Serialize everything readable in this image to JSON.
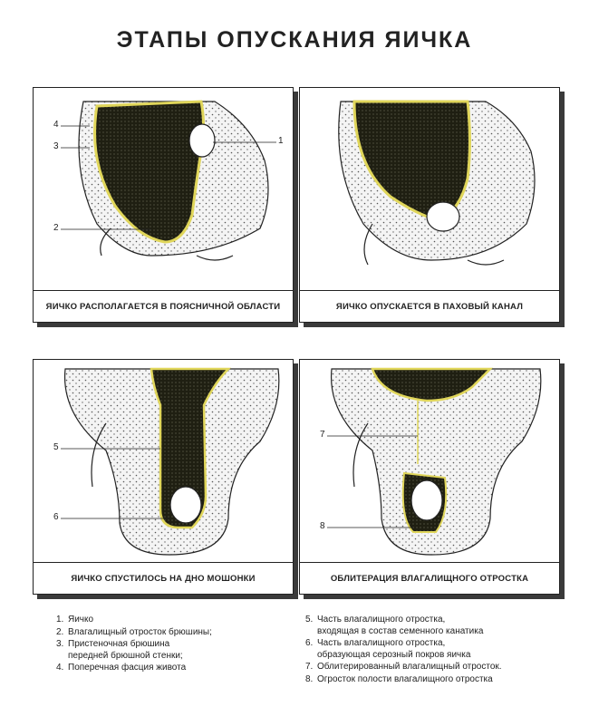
{
  "title": "ЭТАПЫ ОПУСКАНИЯ ЯИЧКА",
  "panels": [
    {
      "caption": "ЯИЧКО РАСПОЛАГАЕТСЯ В ПОЯСНИЧНОЙ ОБЛАСТИ",
      "callouts": [
        "4",
        "3",
        "2",
        "1"
      ]
    },
    {
      "caption": "ЯИЧКО ОПУСКАЕТСЯ В ПАХОВЫЙ КАНАЛ",
      "callouts": []
    },
    {
      "caption": "ЯИЧКО СПУСТИЛОСЬ НА ДНО МОШОНКИ",
      "callouts": [
        "5",
        "6"
      ]
    },
    {
      "caption": "ОБЛИТЕРАЦИЯ ВЛАГАЛИЩНОГО ОТРОСТКА",
      "callouts": [
        "7",
        "8"
      ]
    }
  ],
  "legend": {
    "left": [
      {
        "n": "1.",
        "text": "Яичко"
      },
      {
        "n": "2.",
        "text": "Влагалищный отросток брюшины;"
      },
      {
        "n": "3.",
        "text": "Пристеночная брюшина\nпередней брюшной стенки;"
      },
      {
        "n": "4.",
        "text": "Поперечная фасция живота"
      }
    ],
    "right": [
      {
        "n": "5.",
        "text": "Часть влагалищного отростка,\nвходящая в состав семенного канатика"
      },
      {
        "n": "6.",
        "text": "Часть влагалищного отростка,\nобразующая серозный покров яичка"
      },
      {
        "n": "7.",
        "text": "Облитерированный влагалищный отросток."
      },
      {
        "n": "8.",
        "text": "Огросток полости влагалищного отростка"
      }
    ]
  },
  "colors": {
    "cavity": "#1f1f12",
    "fascia": "#e0d65a",
    "wall": "#f3f3f3",
    "frame": "#222222"
  }
}
